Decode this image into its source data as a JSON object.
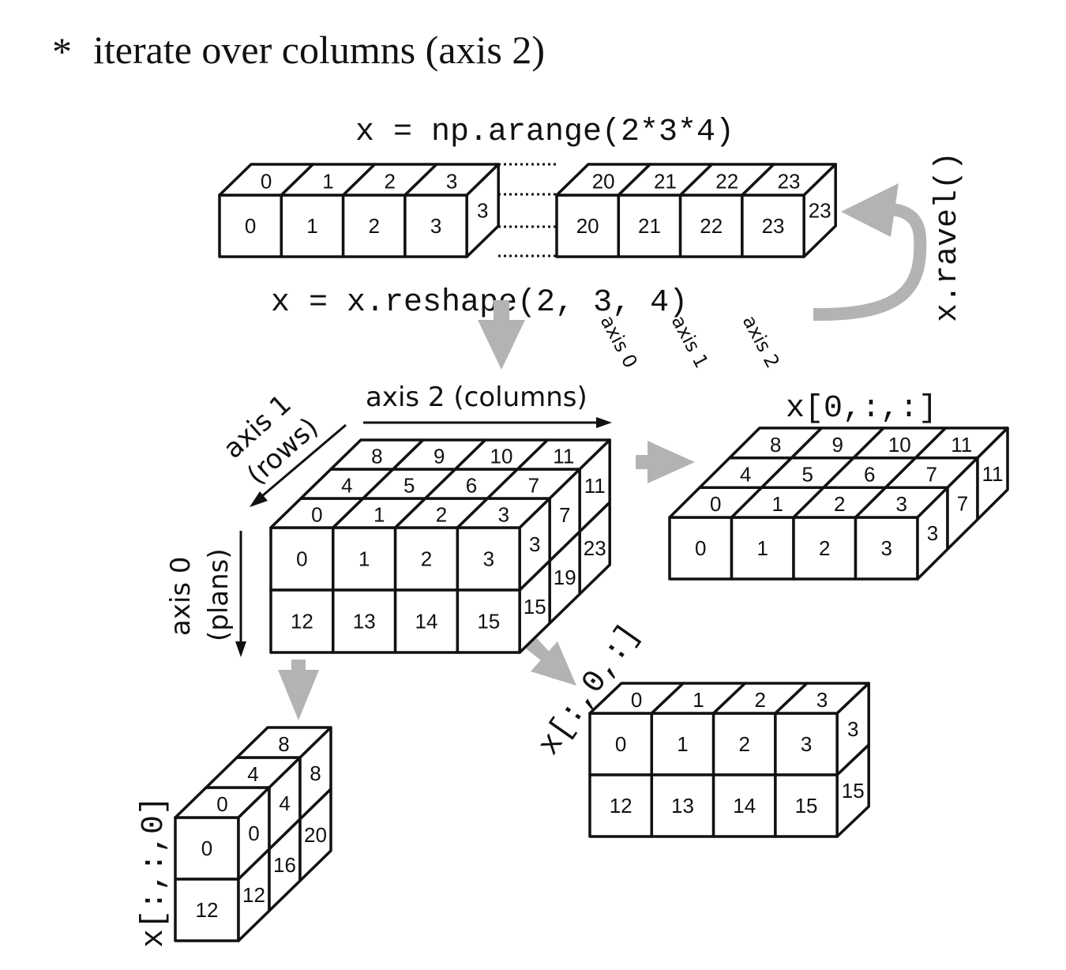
{
  "title": {
    "bullet": "*",
    "text": "iterate over columns (axis 2)"
  },
  "labels": {
    "arange": "x = np.arange(2*3*4)",
    "reshape": "x = x.reshape(2, 3, 4)",
    "ravel": "x.ravel()",
    "axis0_small": "axis 0",
    "axis1_small": "axis 1",
    "axis2_small": "axis 2",
    "axis2_columns": "axis 2 (columns)",
    "axis1_line1": "axis 1",
    "axis1_line2": "(rows)",
    "axis0_line1": "axis 0",
    "axis0_line2": "(plans)",
    "slice_x0": "x[0,:,:]",
    "slice_x_0": "x[:,0,:]",
    "slice_x__0": "x[:,:,0]"
  },
  "arrays": {
    "flat_left": {
      "front": [
        [
          0,
          1,
          2,
          3
        ]
      ],
      "top": [
        [
          0,
          1,
          2,
          3
        ]
      ],
      "side": [
        [
          3
        ]
      ]
    },
    "flat_right": {
      "front": [
        [
          20,
          21,
          22,
          23
        ]
      ],
      "top": [
        [
          20,
          21,
          22,
          23
        ]
      ],
      "side": [
        [
          23
        ]
      ]
    },
    "main": {
      "front": [
        [
          0,
          1,
          2,
          3
        ],
        [
          12,
          13,
          14,
          15
        ]
      ],
      "top": [
        [
          0,
          1,
          2,
          3
        ],
        [
          4,
          5,
          6,
          7
        ],
        [
          8,
          9,
          10,
          11
        ]
      ],
      "side": [
        [
          3,
          7,
          11
        ],
        [
          15,
          19,
          23
        ]
      ]
    },
    "x0": {
      "front": [
        [
          0,
          1,
          2,
          3
        ]
      ],
      "top": [
        [
          0,
          1,
          2,
          3
        ],
        [
          4,
          5,
          6,
          7
        ],
        [
          8,
          9,
          10,
          11
        ]
      ],
      "side": [
        [
          3,
          7,
          11
        ]
      ]
    },
    "x_0": {
      "front": [
        [
          0,
          1,
          2,
          3
        ],
        [
          12,
          13,
          14,
          15
        ]
      ],
      "top": [
        [
          0,
          1,
          2,
          3
        ]
      ],
      "side": [
        [
          3
        ],
        [
          15
        ]
      ]
    },
    "x__0": {
      "front": [
        [
          0
        ],
        [
          12
        ]
      ],
      "top": [
        [
          0
        ],
        [
          4
        ],
        [
          8
        ]
      ],
      "side": [
        [
          0,
          4,
          8
        ],
        [
          12,
          16,
          20
        ]
      ]
    }
  },
  "colors": {
    "arrow_gray": "#b3b3b3",
    "stroke": "#111111"
  }
}
